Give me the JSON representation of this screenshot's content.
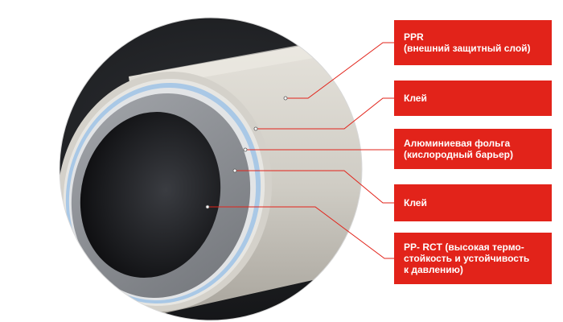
{
  "layers": [
    {
      "id": "ppr",
      "lines": [
        "PPR",
        "(внешний защитный слой)"
      ]
    },
    {
      "id": "glue1",
      "lines": [
        "Клей"
      ]
    },
    {
      "id": "foil",
      "lines": [
        "Алюминиевая фольга",
        "(кислородный барьер)"
      ]
    },
    {
      "id": "glue2",
      "lines": [
        "Клей"
      ]
    },
    {
      "id": "pprct",
      "lines": [
        "PP- RCT (высокая термо-",
        "стойкость и устойчивость",
        "к давлению)"
      ]
    }
  ],
  "colors": {
    "label_background": "#e2231a",
    "label_text": "#ffffff",
    "leader_line": "#e2231a",
    "pipe_outer": "#cfccc4",
    "pipe_inner": "#8d9095",
    "aluminium": "#a9c8e6",
    "circle_background": "#1b1c1f"
  }
}
